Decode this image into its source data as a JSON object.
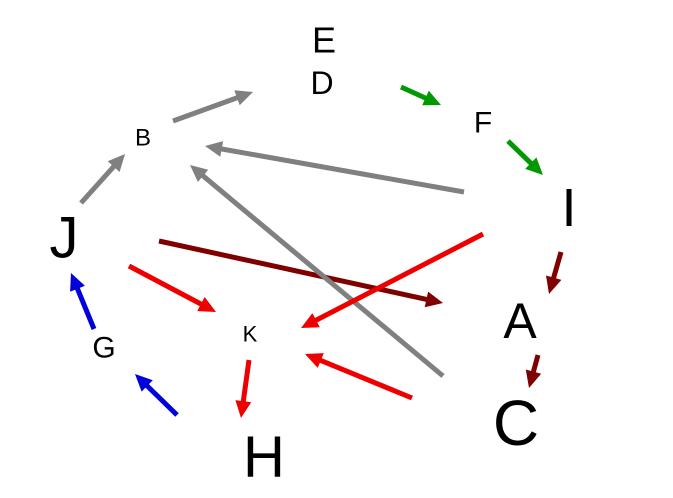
{
  "nodes": [
    {
      "id": "E",
      "label": "E"
    },
    {
      "id": "D",
      "label": "D"
    },
    {
      "id": "F",
      "label": "F"
    },
    {
      "id": "B",
      "label": "B"
    },
    {
      "id": "I",
      "label": "I"
    },
    {
      "id": "J",
      "label": "J"
    },
    {
      "id": "A",
      "label": "A"
    },
    {
      "id": "K",
      "label": "K"
    },
    {
      "id": "G",
      "label": "G"
    },
    {
      "id": "C",
      "label": "C"
    },
    {
      "id": "H",
      "label": "H"
    }
  ],
  "edges": [
    {
      "from": "D",
      "to": "F",
      "color": "#009900"
    },
    {
      "from": "F",
      "to": "I",
      "color": "#009900"
    },
    {
      "from": "I",
      "to": "A",
      "color": "#800000"
    },
    {
      "from": "A",
      "to": "C",
      "color": "#800000"
    },
    {
      "from": "J",
      "to": "A",
      "color": "#800000"
    },
    {
      "from": "B",
      "to": "D",
      "color": "#808080"
    },
    {
      "from": "J",
      "to": "B",
      "color": "#808080"
    },
    {
      "from": "I",
      "to": "B",
      "color": "#808080"
    },
    {
      "from": "C",
      "to": "B",
      "color": "#808080"
    },
    {
      "from": "I",
      "to": "K",
      "color": "#ee0000"
    },
    {
      "from": "J",
      "to": "K",
      "color": "#ee0000"
    },
    {
      "from": "C",
      "to": "K",
      "color": "#ee0000"
    },
    {
      "from": "K",
      "to": "H",
      "color": "#ee0000"
    },
    {
      "from": "H",
      "to": "G",
      "color": "#0000dd"
    },
    {
      "from": "G",
      "to": "J",
      "color": "#0000dd"
    }
  ]
}
